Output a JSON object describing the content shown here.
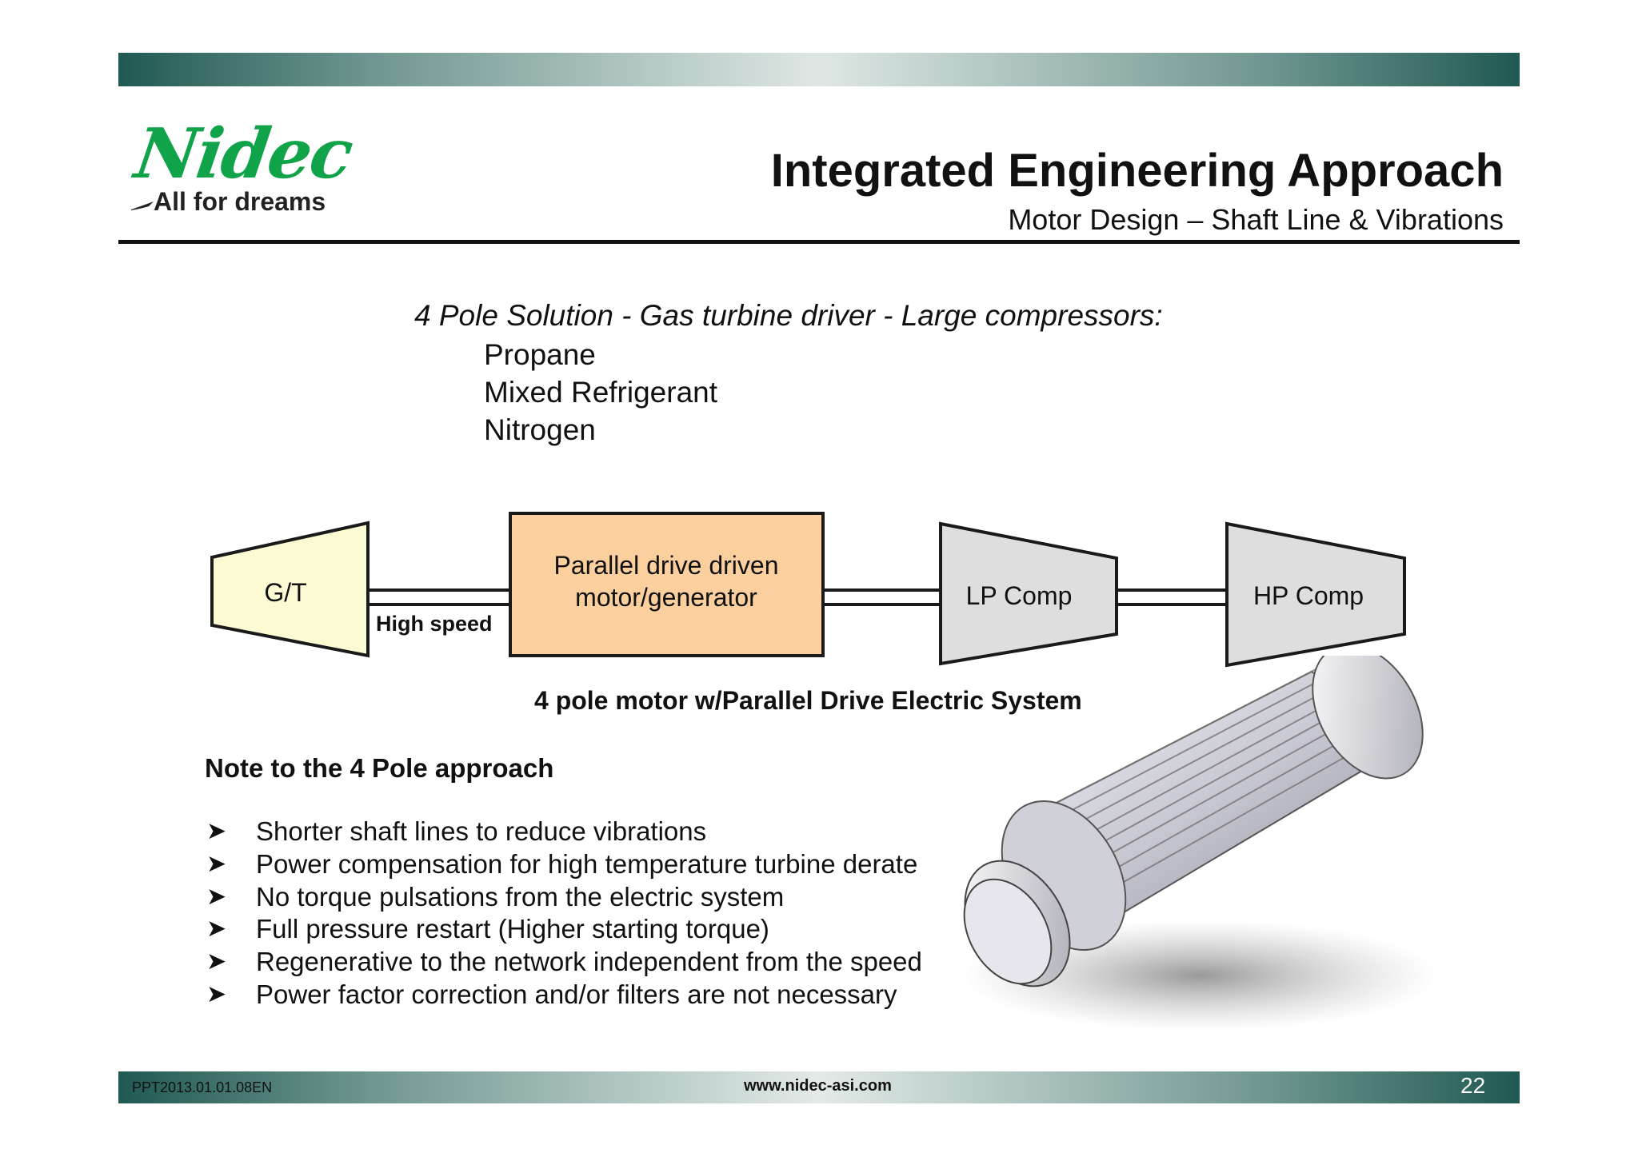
{
  "logo": {
    "word": "Nidec",
    "tagline": "All for dreams"
  },
  "header": {
    "title": "Integrated Engineering Approach",
    "subtitle": "Motor Design – Shaft Line & Vibrations"
  },
  "intro": {
    "line": "4 Pole Solution - Gas turbine driver - Large compressors:",
    "items": [
      "Propane",
      "Mixed Refrigerant",
      "Nitrogen"
    ]
  },
  "diagram": {
    "gt_label": "G/T",
    "high_speed_label": "High speed",
    "motor_label_line1": "Parallel drive driven",
    "motor_label_line2": "motor/generator",
    "lp_label": "LP Comp",
    "hp_label": "HP Comp",
    "caption": "4 pole motor w/Parallel Drive Electric System",
    "colors": {
      "gt_fill": "#fcfad2",
      "motor_fill": "#fbcf9e",
      "comp_fill": "#dedede",
      "stroke": "#1a1a1a"
    }
  },
  "note": {
    "heading": "Note to the 4 Pole approach",
    "bullet_icon": "arrowhead-bullet-icon",
    "items": [
      "Shorter shaft lines to reduce vibrations",
      "Power compensation for high temperature turbine derate",
      "No torque pulsations from the electric system",
      "Full pressure restart (Higher starting torque)",
      "Regenerative to the network independent from the speed",
      "Power factor correction and/or filters are not necessary"
    ]
  },
  "footer": {
    "code": "PPT2013.01.01.08EN",
    "url": "www.nidec-asi.com",
    "page": "22"
  },
  "brand_colors": {
    "band_dark": "#1f5a52",
    "logo_green": "#11a34a"
  }
}
